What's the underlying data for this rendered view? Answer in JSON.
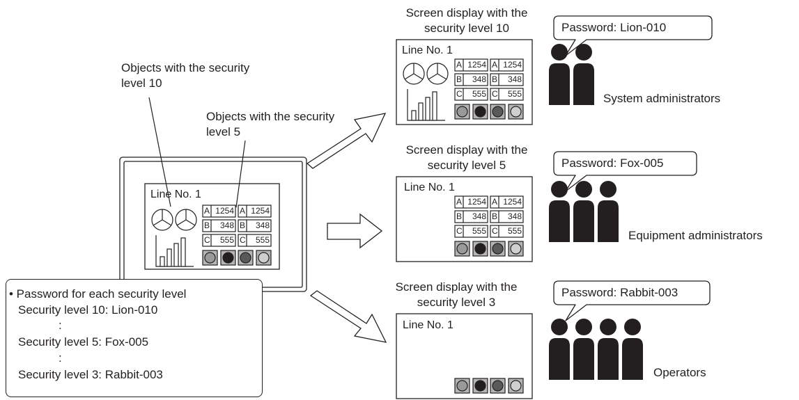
{
  "annotations": {
    "obj10": [
      "Objects with the security",
      "level 10"
    ],
    "obj5": [
      "Objects with the security",
      "level 5"
    ]
  },
  "screen_line_label": "Line No. 1",
  "panel_rows": [
    {
      "letter": "A",
      "value": "1254"
    },
    {
      "letter": "B",
      "value": "348"
    },
    {
      "letter": "C",
      "value": "555"
    }
  ],
  "displays": [
    {
      "caption": [
        "Screen display with the",
        "security level 10"
      ],
      "password": "Password: Lion-010",
      "group": "System administrators"
    },
    {
      "caption": [
        "Screen display with the",
        "security level 5"
      ],
      "password": "Password: Fox-005",
      "group": "Equipment administrators"
    },
    {
      "caption": [
        "Screen display with the",
        "security level 3"
      ],
      "password": "Password: Rabbit-003",
      "group": "Operators"
    }
  ],
  "legend": {
    "title": "• Password for each security level",
    "lines": [
      "Security level 10: Lion-010",
      ":",
      "Security level 5: Fox-005",
      ":",
      "Security level 3: Rabbit-003"
    ]
  }
}
